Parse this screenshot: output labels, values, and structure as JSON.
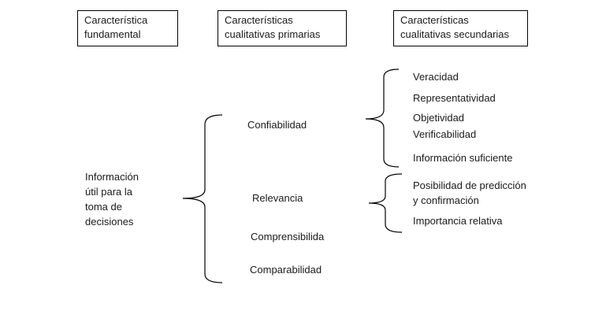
{
  "headers": {
    "fundamental": "Característica\nfundamental",
    "primarias": "Características\ncualitativas primarias",
    "secundarias": "Características\ncualitativas secundarias"
  },
  "root": "Información\nútil para la\ntoma de\ndecisiones",
  "primary": {
    "confiabilidad": "Confiabilidad",
    "relevancia": "Relevancia",
    "comprensibilidad": "Comprensibilida",
    "comparabilidad": "Comparabilidad"
  },
  "confiabilidad_secondary": {
    "veracidad": "Veracidad",
    "representatividad": "Representatividad",
    "objetividad": "Objetividad",
    "verificabilidad": "Verificabilidad",
    "informacion_suficiente": "Información suficiente"
  },
  "relevancia_secondary": {
    "prediccion": "Posibilidad de predicción\ny confirmación",
    "importancia": "Importancia relativa"
  }
}
